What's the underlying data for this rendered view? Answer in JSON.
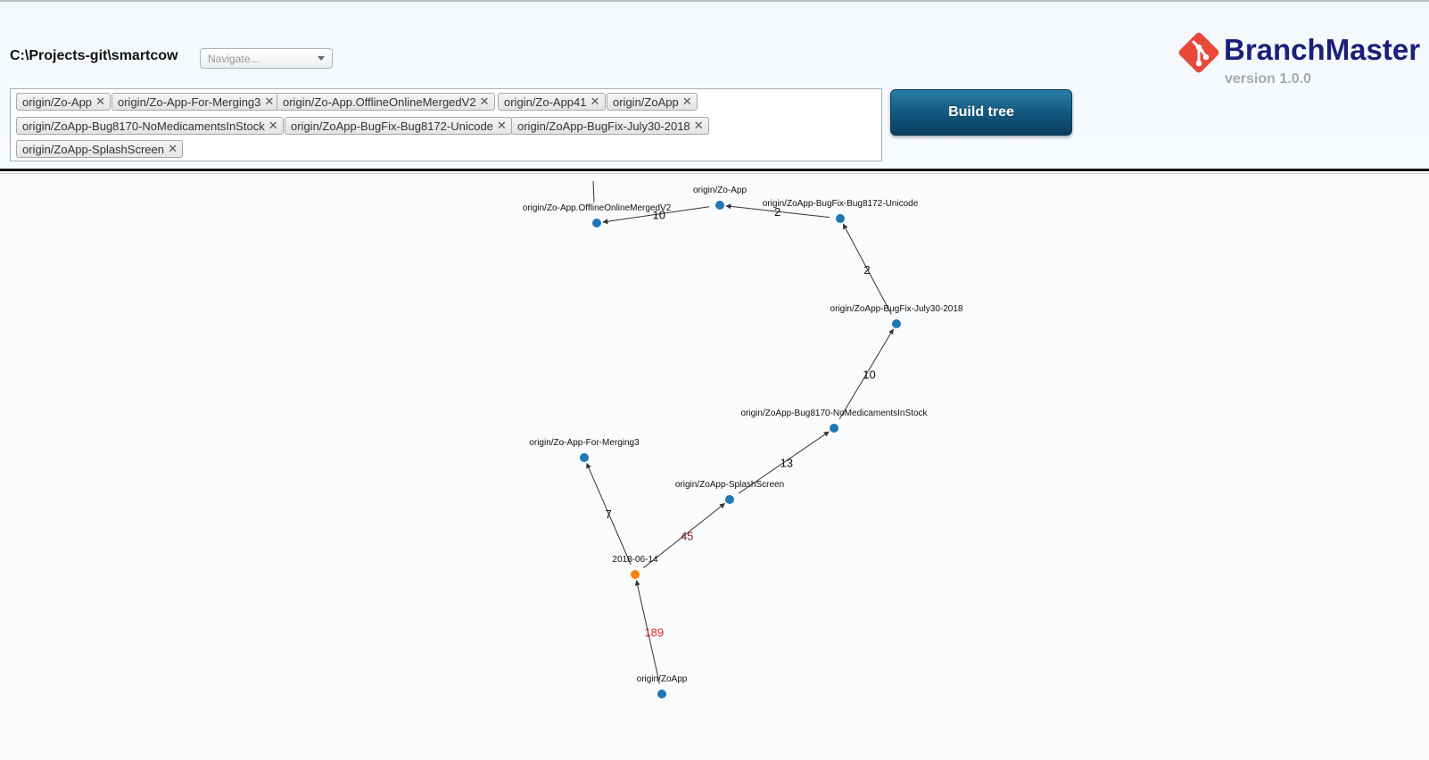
{
  "header": {
    "path": "C:\\Projects-git\\smartcow",
    "navigate_placeholder": "Navigate...",
    "build_button": "Build tree"
  },
  "brand": {
    "name": "BranchMaster",
    "version": "version 1.0.0",
    "logo_icon": "git-logo-icon",
    "logo_color": "#e8493a"
  },
  "tags": [
    "origin/Zo-App",
    "origin/Zo-App-For-Merging3",
    "origin/Zo-App.OfflineOnlineMergedV2",
    "origin/Zo-App41",
    "origin/ZoApp",
    "origin/ZoApp-Bug8170-NoMedicamentsInStock",
    "origin/ZoApp-BugFix-Bug8172-Unicode",
    "origin/ZoApp-BugFix-July30-2018",
    "origin/ZoApp-SplashScreen"
  ],
  "graph": {
    "colors": {
      "branch": "#1f77b4",
      "merge_base": "#ff7f0e",
      "edge": "#333333",
      "warn_label": "#dd2222",
      "mid_label": "#8b1a1a"
    },
    "nodes": [
      {
        "id": "offline",
        "label": "origin/Zo-App.OfflineOnlineMergedV2",
        "kind": "branch"
      },
      {
        "id": "zoapp",
        "label": "origin/Zo-App",
        "kind": "branch"
      },
      {
        "id": "unicode",
        "label": "origin/ZoApp-BugFix-Bug8172-Unicode",
        "kind": "branch"
      },
      {
        "id": "july30",
        "label": "origin/ZoApp-BugFix-July30-2018",
        "kind": "branch"
      },
      {
        "id": "bug8170",
        "label": "origin/ZoApp-Bug8170-NoMedicamentsInStock",
        "kind": "branch"
      },
      {
        "id": "merging3",
        "label": "origin/Zo-App-For-Merging3",
        "kind": "branch"
      },
      {
        "id": "splash",
        "label": "origin/ZoApp-SplashScreen",
        "kind": "branch"
      },
      {
        "id": "base",
        "label": "2018-06-14",
        "kind": "merge_base"
      },
      {
        "id": "zoappb",
        "label": "origin/ZoApp",
        "kind": "branch"
      }
    ],
    "edges": [
      {
        "from": "zoappb",
        "to": "base",
        "label": "189",
        "tone": "warn"
      },
      {
        "from": "base",
        "to": "merging3",
        "label": "7",
        "tone": "normal"
      },
      {
        "from": "base",
        "to": "splash",
        "label": "45",
        "tone": "mid"
      },
      {
        "from": "splash",
        "to": "bug8170",
        "label": "13",
        "tone": "normal"
      },
      {
        "from": "bug8170",
        "to": "july30",
        "label": "10",
        "tone": "normal"
      },
      {
        "from": "july30",
        "to": "unicode",
        "label": "2",
        "tone": "normal"
      },
      {
        "from": "unicode",
        "to": "zoapp",
        "label": "2",
        "tone": "normal"
      },
      {
        "from": "zoapp",
        "to": "offline",
        "label": "10",
        "tone": "normal"
      }
    ]
  }
}
